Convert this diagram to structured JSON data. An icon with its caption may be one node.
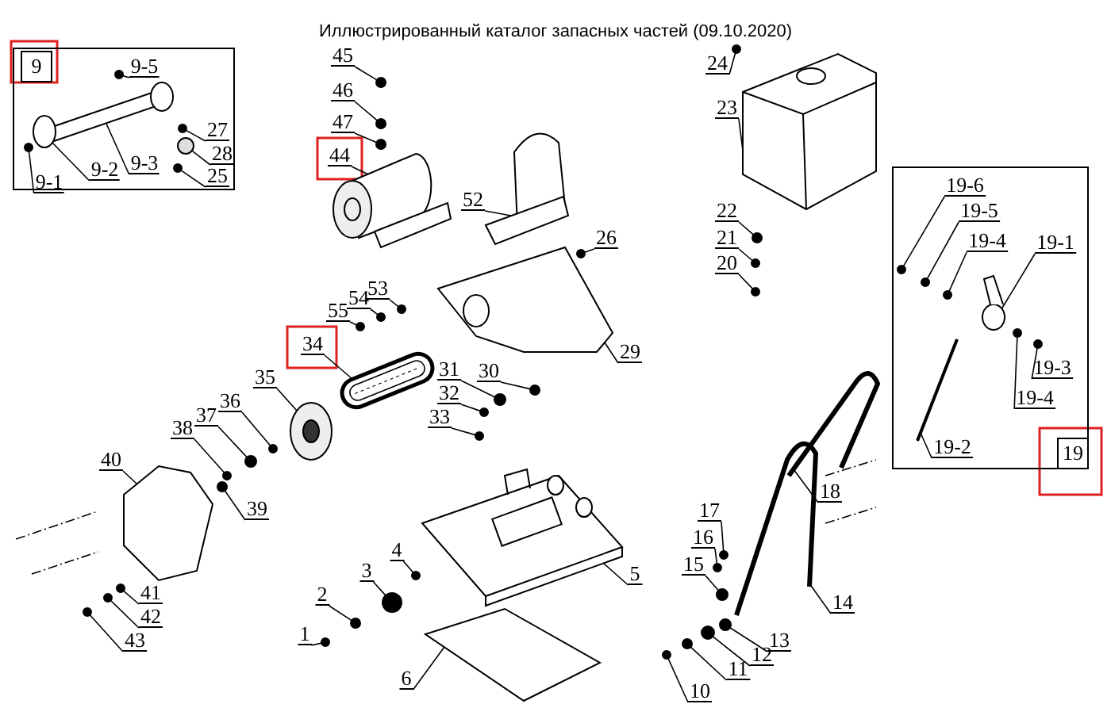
{
  "diagram": {
    "title": "Иллюстрированный каталог запасных частей (09.10.2020)",
    "nodes": [
      {
        "text": [
          "9"
        ]
      },
      {
        "text": [
          "9-5"
        ],
        "in": 0
      },
      {
        "text": [
          "9-3"
        ],
        "in": 0
      },
      {
        "text": [
          "9-2"
        ],
        "in": 0
      },
      {
        "text": [
          "9-1"
        ],
        "in": 0
      },
      {
        "text": [
          "27"
        ],
        "in": 0
      },
      {
        "text": [
          "28"
        ],
        "in": 0
      },
      {
        "text": [
          "25"
        ],
        "in": 0
      },
      {
        "text": [
          "45"
        ]
      },
      {
        "text": [
          "46"
        ]
      },
      {
        "text": [
          "47"
        ]
      },
      {
        "text": [
          "44"
        ]
      },
      {
        "text": [
          "24"
        ]
      },
      {
        "text": [
          "23"
        ]
      },
      {
        "text": [
          "52"
        ]
      },
      {
        "text": [
          "26"
        ]
      },
      {
        "text": [
          "22"
        ]
      },
      {
        "text": [
          "21"
        ]
      },
      {
        "text": [
          "20"
        ]
      },
      {
        "text": [
          "53"
        ]
      },
      {
        "text": [
          "54"
        ]
      },
      {
        "text": [
          "55"
        ]
      },
      {
        "text": [
          "34"
        ]
      },
      {
        "text": [
          "35"
        ]
      },
      {
        "text": [
          "29"
        ]
      },
      {
        "text": [
          "31"
        ]
      },
      {
        "text": [
          "30"
        ]
      },
      {
        "text": [
          "32"
        ]
      },
      {
        "text": [
          "36"
        ]
      },
      {
        "text": [
          "33"
        ]
      },
      {
        "text": [
          "37"
        ]
      },
      {
        "text": [
          "38"
        ]
      },
      {
        "text": [
          "40"
        ]
      },
      {
        "text": [
          "39"
        ]
      },
      {
        "text": [
          "18"
        ]
      },
      {
        "text": [
          "17"
        ]
      },
      {
        "text": [
          "16"
        ]
      },
      {
        "text": [
          "15"
        ]
      },
      {
        "text": [
          "41"
        ]
      },
      {
        "text": [
          "42"
        ]
      },
      {
        "text": [
          "4"
        ]
      },
      {
        "text": [
          "3"
        ]
      },
      {
        "text": [
          "14"
        ]
      },
      {
        "text": [
          "5"
        ]
      },
      {
        "text": [
          "2"
        ]
      },
      {
        "text": [
          "43"
        ]
      },
      {
        "text": [
          "13"
        ]
      },
      {
        "text": [
          "1"
        ]
      },
      {
        "text": [
          "12"
        ]
      },
      {
        "text": [
          "11"
        ]
      },
      {
        "text": [
          "6"
        ]
      },
      {
        "text": [
          "10"
        ]
      },
      {
        "text": [
          "19"
        ]
      },
      {
        "text": [
          "19-6"
        ],
        "in": 52
      },
      {
        "text": [
          "19-5"
        ],
        "in": 52
      },
      {
        "text": [
          "19-4"
        ],
        "in": 52
      },
      {
        "text": [
          "19-1"
        ],
        "in": 52
      },
      {
        "text": [
          "19-3"
        ],
        "in": 52
      },
      {
        "text": [
          "19-4"
        ],
        "in": 52
      },
      {
        "text": [
          "19-2"
        ],
        "in": 52
      },
      {
        "text": [],
        "shape": "circle",
        "in": 0
      },
      {
        "text": [],
        "shape": "picture",
        "in": 0
      },
      {
        "text": [],
        "shape": "circle",
        "in": 0
      },
      {
        "text": [],
        "shape": "circle",
        "in": 0
      },
      {
        "text": [],
        "shape": "circle",
        "in": 0
      },
      {
        "text": [],
        "shape": "circle",
        "in": 0
      },
      {
        "text": [],
        "shape": "circle"
      },
      {
        "text": [],
        "shape": "circle"
      },
      {
        "text": [],
        "shape": "circle"
      },
      {
        "text": [],
        "shape": "picture"
      },
      {
        "text": [],
        "shape": "circle"
      },
      {
        "text": [],
        "shape": "picture"
      },
      {
        "text": [],
        "shape": "picture"
      },
      {
        "text": [],
        "shape": "circle"
      },
      {
        "text": [],
        "shape": "circle"
      },
      {
        "text": [],
        "shape": "circle"
      },
      {
        "text": [],
        "shape": "circle"
      },
      {
        "text": [],
        "shape": "circle"
      },
      {
        "text": [],
        "shape": "circle"
      },
      {
        "text": [],
        "shape": "circle"
      },
      {
        "text": [],
        "shape": "picture"
      },
      {
        "text": [],
        "shape": "picture"
      },
      {
        "text": [],
        "shape": "picture"
      },
      {
        "text": [],
        "shape": "circle"
      },
      {
        "text": [],
        "shape": "circle"
      },
      {
        "text": [],
        "shape": "circle"
      },
      {
        "text": [],
        "shape": "circle"
      },
      {
        "text": [],
        "shape": "circle"
      },
      {
        "text": [],
        "shape": "circle"
      },
      {
        "text": [],
        "shape": "circle"
      },
      {
        "text": [],
        "shape": "picture"
      },
      {
        "text": [],
        "shape": "circle"
      },
      {
        "text": [],
        "shape": "picture"
      },
      {
        "text": [],
        "shape": "circle"
      },
      {
        "text": [],
        "shape": "circle"
      },
      {
        "text": [],
        "shape": "circle"
      },
      {
        "text": [],
        "shape": "circle"
      },
      {
        "text": [],
        "shape": "circle"
      },
      {
        "text": [],
        "shape": "circle"
      },
      {
        "text": [],
        "shape": "circle"
      },
      {
        "text": [],
        "shape": "picture"
      },
      {
        "text": [],
        "shape": "picture"
      },
      {
        "text": [],
        "shape": "circle"
      },
      {
        "text": [],
        "shape": "circle"
      },
      {
        "text": [],
        "shape": "circle"
      },
      {
        "text": [],
        "shape": "circle"
      },
      {
        "text": [],
        "shape": "circle"
      },
      {
        "text": [],
        "shape": "circle"
      },
      {
        "text": [],
        "shape": "picture"
      },
      {
        "text": [],
        "shape": "circle"
      },
      {
        "text": [],
        "shape": "circle",
        "in": 52
      },
      {
        "text": [],
        "shape": "circle",
        "in": 52
      },
      {
        "text": [],
        "shape": "circle",
        "in": 52
      },
      {
        "text": [],
        "shape": "picture",
        "in": 52
      },
      {
        "text": [],
        "shape": "circle",
        "in": 52
      },
      {
        "text": [],
        "shape": "circle",
        "in": 52
      },
      {
        "text": [],
        "shape": "picture",
        "in": 52
      }
    ],
    "edges": [
      {
        "from": 1,
        "to": 60,
        "arrow": "none"
      },
      {
        "from": 2,
        "to": 61,
        "arrow": "none"
      },
      {
        "from": 3,
        "to": 61,
        "arrow": "none"
      },
      {
        "from": 4,
        "to": 62,
        "arrow": "none"
      },
      {
        "from": 5,
        "to": 63,
        "arrow": "none"
      },
      {
        "from": 6,
        "to": 64,
        "arrow": "none"
      },
      {
        "from": 7,
        "to": 65,
        "arrow": "none"
      },
      {
        "from": 8,
        "to": 66,
        "arrow": "none"
      },
      {
        "from": 9,
        "to": 67,
        "arrow": "none"
      },
      {
        "from": 10,
        "to": 68,
        "arrow": "none"
      },
      {
        "from": 11,
        "to": 69,
        "arrow": "none"
      },
      {
        "from": 12,
        "to": 70,
        "arrow": "none"
      },
      {
        "from": 13,
        "to": 71,
        "arrow": "none"
      },
      {
        "from": 14,
        "to": 72,
        "arrow": "none"
      },
      {
        "from": 15,
        "to": 73,
        "arrow": "none"
      },
      {
        "from": 16,
        "to": 74,
        "arrow": "none"
      },
      {
        "from": 17,
        "to": 75,
        "arrow": "none"
      },
      {
        "from": 18,
        "to": 76,
        "arrow": "none"
      },
      {
        "from": 19,
        "to": 77,
        "arrow": "none"
      },
      {
        "from": 20,
        "to": 78,
        "arrow": "none"
      },
      {
        "from": 21,
        "to": 79,
        "arrow": "none"
      },
      {
        "from": 22,
        "to": 80,
        "arrow": "none"
      },
      {
        "from": 23,
        "to": 81,
        "arrow": "none"
      },
      {
        "from": 24,
        "to": 82,
        "arrow": "none"
      },
      {
        "from": 25,
        "to": 83,
        "arrow": "none"
      },
      {
        "from": 26,
        "to": 84,
        "arrow": "none"
      },
      {
        "from": 27,
        "to": 85,
        "arrow": "none"
      },
      {
        "from": 28,
        "to": 86,
        "arrow": "none"
      },
      {
        "from": 29,
        "to": 87,
        "arrow": "none"
      },
      {
        "from": 30,
        "to": 88,
        "arrow": "none"
      },
      {
        "from": 31,
        "to": 89,
        "arrow": "none"
      },
      {
        "from": 32,
        "to": 90,
        "arrow": "none"
      },
      {
        "from": 33,
        "to": 91,
        "arrow": "none"
      },
      {
        "from": 34,
        "to": 92,
        "arrow": "none"
      },
      {
        "from": 35,
        "to": 93,
        "arrow": "none"
      },
      {
        "from": 36,
        "to": 94,
        "arrow": "none"
      },
      {
        "from": 37,
        "to": 95,
        "arrow": "none"
      },
      {
        "from": 38,
        "to": 96,
        "arrow": "none"
      },
      {
        "from": 39,
        "to": 97,
        "arrow": "none"
      },
      {
        "from": 40,
        "to": 98,
        "arrow": "none"
      },
      {
        "from": 41,
        "to": 99,
        "arrow": "none"
      },
      {
        "from": 42,
        "to": 100,
        "arrow": "none"
      },
      {
        "from": 43,
        "to": 101,
        "arrow": "none"
      },
      {
        "from": 44,
        "to": 102,
        "arrow": "none"
      },
      {
        "from": 45,
        "to": 103,
        "arrow": "none"
      },
      {
        "from": 46,
        "to": 104,
        "arrow": "none"
      },
      {
        "from": 47,
        "to": 105,
        "arrow": "none"
      },
      {
        "from": 48,
        "to": 106,
        "arrow": "none"
      },
      {
        "from": 49,
        "to": 107,
        "arrow": "none"
      },
      {
        "from": 50,
        "to": 108,
        "arrow": "none"
      },
      {
        "from": 51,
        "to": 109,
        "arrow": "none"
      },
      {
        "from": 53,
        "to": 110,
        "arrow": "none"
      },
      {
        "from": 54,
        "to": 111,
        "arrow": "none"
      },
      {
        "from": 55,
        "to": 112,
        "arrow": "none"
      },
      {
        "from": 56,
        "to": 113,
        "arrow": "none"
      },
      {
        "from": 57,
        "to": 114,
        "arrow": "none"
      },
      {
        "from": 58,
        "to": 115,
        "arrow": "none"
      },
      {
        "from": 59,
        "to": 116,
        "arrow": "none"
      }
    ]
  }
}
